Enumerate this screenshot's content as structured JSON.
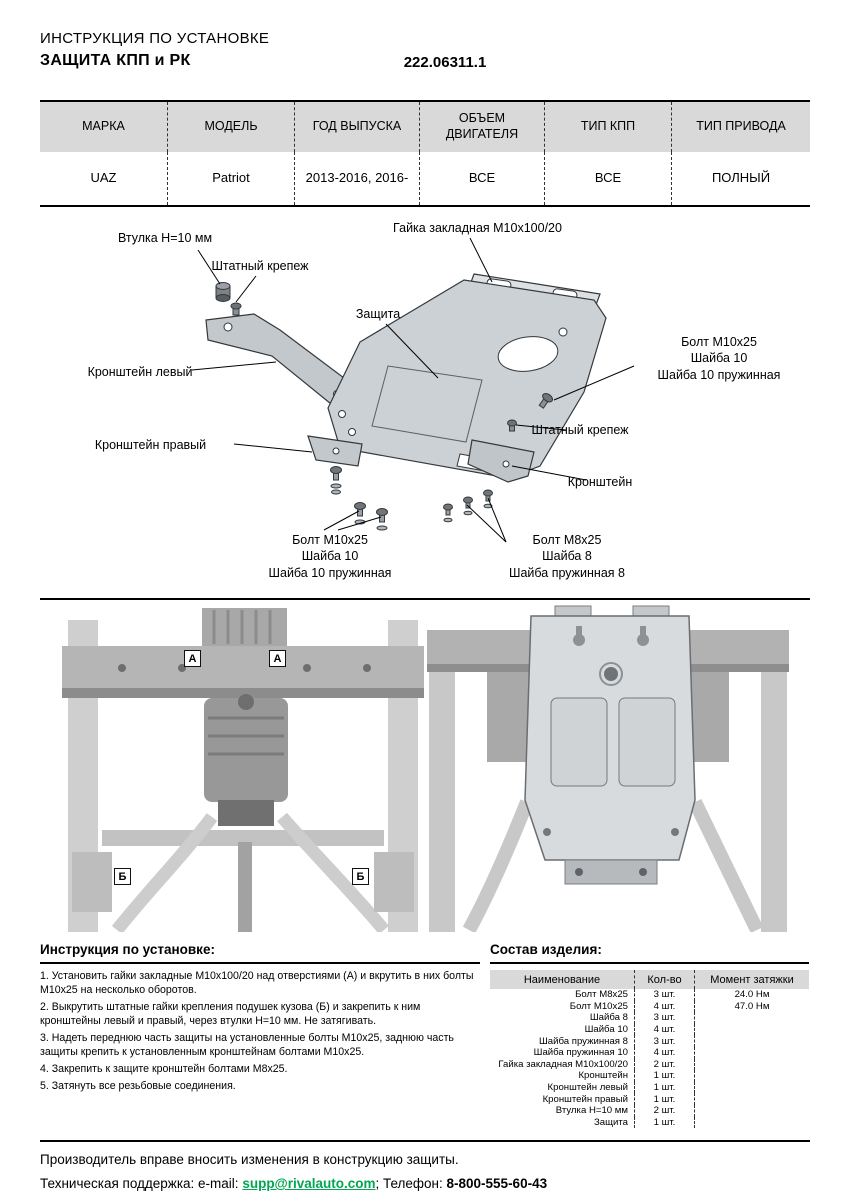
{
  "header": {
    "title_line1": "ИНСТРУКЦИЯ ПО УСТАНОВКЕ",
    "title_line2": "ЗАЩИТА КПП и РК",
    "part_number": "222.06311.1"
  },
  "spec_table": {
    "headers": [
      "МАРКА",
      "МОДЕЛЬ",
      "ГОД ВЫПУСКА",
      "ОБЪЕМ ДВИГАТЕЛЯ",
      "ТИП КПП",
      "ТИП ПРИВОДА"
    ],
    "values": [
      "UAZ",
      "Patriot",
      "2013-2016, 2016-",
      "ВСЕ",
      "ВСЕ",
      "ПОЛНЫЙ"
    ]
  },
  "diagram": {
    "labels": {
      "bushing": "Втулка Н=10 мм",
      "stock_fastener_top": "Штатный крепеж",
      "embedded_nut": "Гайка закладная М10х100/20",
      "shield": "Защита",
      "bracket_left": "Кронштейн левый",
      "bolt_m10_right": [
        "Болт М10х25",
        "Шайба 10",
        "Шайба 10 пружинная"
      ],
      "stock_fastener_right": "Штатный крепеж",
      "bracket_right": "Кронштейн правый",
      "bracket": "Кронштейн",
      "bolt_m10_bottom": [
        "Болт М10х25",
        "Шайба 10",
        "Шайба 10 пружинная"
      ],
      "bolt_m8_bottom": [
        "Болт М8х25",
        "Шайба 8",
        "Шайба пружинная 8"
      ]
    }
  },
  "photos": {
    "marker_a": "А",
    "marker_b": "Б"
  },
  "instructions": {
    "title": "Инструкция по установке:",
    "steps": [
      "1. Установить гайки закладные М10х100/20 над отверстиями (А) и вкрутить в них болты М10х25 на несколько оборотов.",
      "2. Выкрутить штатные гайки крепления подушек кузова (Б) и закрепить к ним кронштейны левый и правый, через втулки Н=10 мм. Не затягивать.",
      "3. Надеть переднюю часть защиты на установленные болты М10х25, заднюю часть защиты крепить к установленным кронштейнам болтами М10х25.",
      "4. Закрепить к защите кронштейн болтами М8х25.",
      "5. Затянуть все резьбовые соединения."
    ]
  },
  "parts": {
    "title": "Состав изделия:",
    "headers": [
      "Наименование",
      "Кол-во",
      "Момент затяжки"
    ],
    "rows": [
      {
        "name": "Болт М8х25",
        "qty": "3 шт.",
        "torque": "24.0 Нм"
      },
      {
        "name": "Болт М10х25",
        "qty": "4 шт.",
        "torque": "47.0 Нм"
      },
      {
        "name": "Шайба 8",
        "qty": "3 шт.",
        "torque": ""
      },
      {
        "name": "Шайба 10",
        "qty": "4 шт.",
        "torque": ""
      },
      {
        "name": "Шайба пружинная 8",
        "qty": "3 шт.",
        "torque": ""
      },
      {
        "name": "Шайба пружинная 10",
        "qty": "4 шт.",
        "torque": ""
      },
      {
        "name": "Гайка закладная М10х100/20",
        "qty": "2 шт.",
        "torque": ""
      },
      {
        "name": "Кронштейн",
        "qty": "1 шт.",
        "torque": ""
      },
      {
        "name": "Кронштейн левый",
        "qty": "1 шт.",
        "torque": ""
      },
      {
        "name": "Кронштейн правый",
        "qty": "1 шт.",
        "torque": ""
      },
      {
        "name": "Втулка Н=10 мм",
        "qty": "2 шт.",
        "torque": ""
      },
      {
        "name": "Защита",
        "qty": "1 шт.",
        "torque": ""
      }
    ]
  },
  "footer": {
    "line1": "Производитель вправе вносить изменения в конструкцию защиты.",
    "line2_prefix": "Техническая поддержка:  e-mail: ",
    "email": "supp@rivalauto.com",
    "line2_mid": ";  Телефон: ",
    "phone": "8-800-555-60-43"
  },
  "colors": {
    "email_link": "#00a651",
    "table_header_bg": "#d9d9d9"
  }
}
